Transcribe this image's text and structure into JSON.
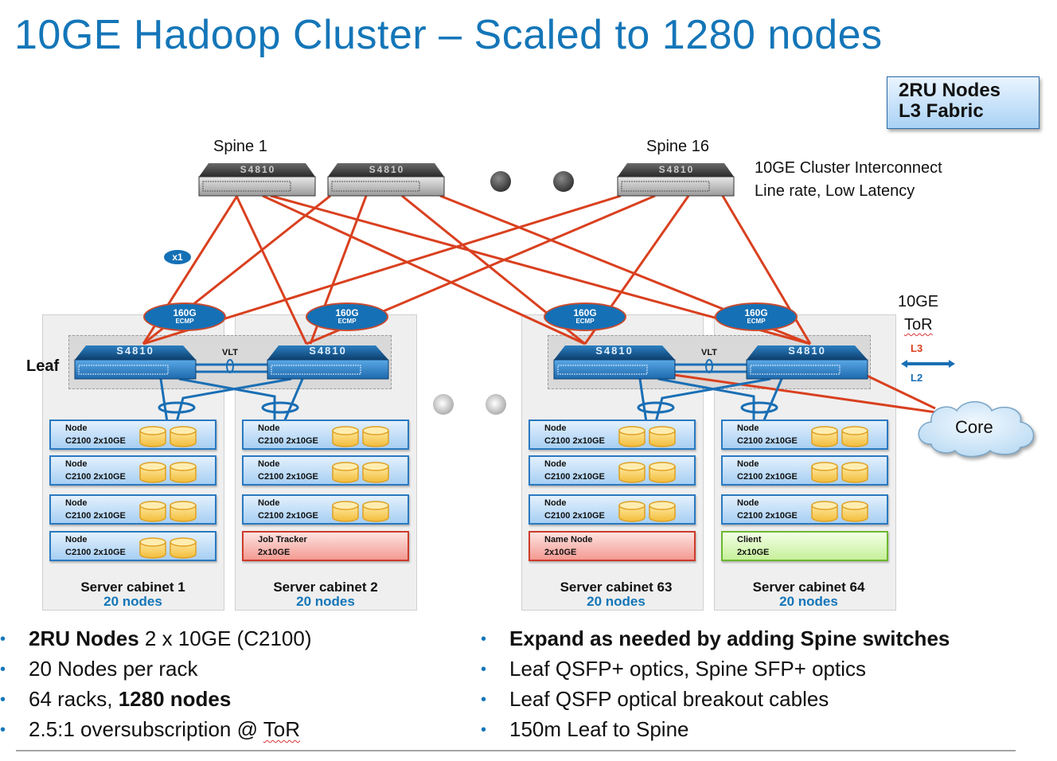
{
  "title": "10GE Hadoop Cluster – Scaled to 1280 nodes",
  "badge": {
    "line1": "2RU Nodes",
    "line2": "L3 Fabric"
  },
  "spine": {
    "label_first": "Spine 1",
    "label_last": "Spine 16",
    "model": "S4810",
    "description_line1": "10GE Cluster Interconnect",
    "description_line2": "Line rate, Low Latency",
    "link_badge": "x1"
  },
  "leaf": {
    "label": "Leaf",
    "model": "S4810",
    "vlt_label": "VLT",
    "ecmp_bandwidth": "160G",
    "ecmp_label": "ECMP"
  },
  "tor_legend": {
    "line1": "10GE",
    "line2": "ToR",
    "l3": "L3",
    "l2": "L2"
  },
  "core_label": "Core",
  "colors": {
    "title_blue": "#1476b8",
    "l3_red": "#d9401f",
    "l2_blue": "#1a6fb5",
    "node_blue": "#a7cff3",
    "name_node_red": "#f39a92",
    "client_green": "#c7f09a"
  },
  "cabinets": [
    {
      "name": "Server cabinet 1",
      "count": "20 nodes",
      "nodes": [
        {
          "line1": "Node",
          "line2": "C2100 2x10GE",
          "kind": "data"
        },
        {
          "line1": "Node",
          "line2": "C2100 2x10GE",
          "kind": "data"
        },
        {
          "line1": "Node",
          "line2": "C2100 2x10GE",
          "kind": "data"
        },
        {
          "line1": "Node",
          "line2": "C2100 2x10GE",
          "kind": "data"
        }
      ]
    },
    {
      "name": "Server cabinet 2",
      "count": "20 nodes",
      "nodes": [
        {
          "line1": "Node",
          "line2": "C2100 2x10GE",
          "kind": "data"
        },
        {
          "line1": "Node",
          "line2": "C2100 2x10GE",
          "kind": "data"
        },
        {
          "line1": "Node",
          "line2": "C2100 2x10GE",
          "kind": "data"
        },
        {
          "line1": "Job Tracker",
          "line2": "2x10GE",
          "kind": "red"
        }
      ]
    },
    {
      "name": "Server cabinet 63",
      "count": "20 nodes",
      "nodes": [
        {
          "line1": "Node",
          "line2": "C2100 2x10GE",
          "kind": "data"
        },
        {
          "line1": "Node",
          "line2": "C2100 2x10GE",
          "kind": "data"
        },
        {
          "line1": "Node",
          "line2": "C2100 2x10GE",
          "kind": "data"
        },
        {
          "line1": "Name Node",
          "line2": "2x10GE",
          "kind": "red"
        }
      ]
    },
    {
      "name": "Server cabinet 64",
      "count": "20 nodes",
      "nodes": [
        {
          "line1": "Node",
          "line2": "C2100 2x10GE",
          "kind": "data"
        },
        {
          "line1": "Node",
          "line2": "C2100 2x10GE",
          "kind": "data"
        },
        {
          "line1": "Node",
          "line2": "C2100 2x10GE",
          "kind": "data"
        },
        {
          "line1": "Client",
          "line2": "2x10GE",
          "kind": "green"
        }
      ]
    }
  ],
  "bullets_left": [
    {
      "bold": "2RU Nodes",
      "text": " 2 x 10GE (C2100)"
    },
    {
      "bold": "",
      "text": "20 Nodes per rack"
    },
    {
      "bold": "",
      "text": "64 racks, ",
      "bold_after": "1280 nodes"
    },
    {
      "bold": "",
      "text": "2.5:1 oversubscription @ ",
      "squiggle": "ToR"
    }
  ],
  "bullets_right": [
    {
      "bold": "Expand as needed by adding Spine switches",
      "text": ""
    },
    {
      "bold": "",
      "text": "Leaf QSFP+ optics, Spine SFP+ optics"
    },
    {
      "bold": "",
      "text": "Leaf QSFP optical breakout cables"
    },
    {
      "bold": "",
      "text": "150m Leaf to Spine"
    }
  ]
}
